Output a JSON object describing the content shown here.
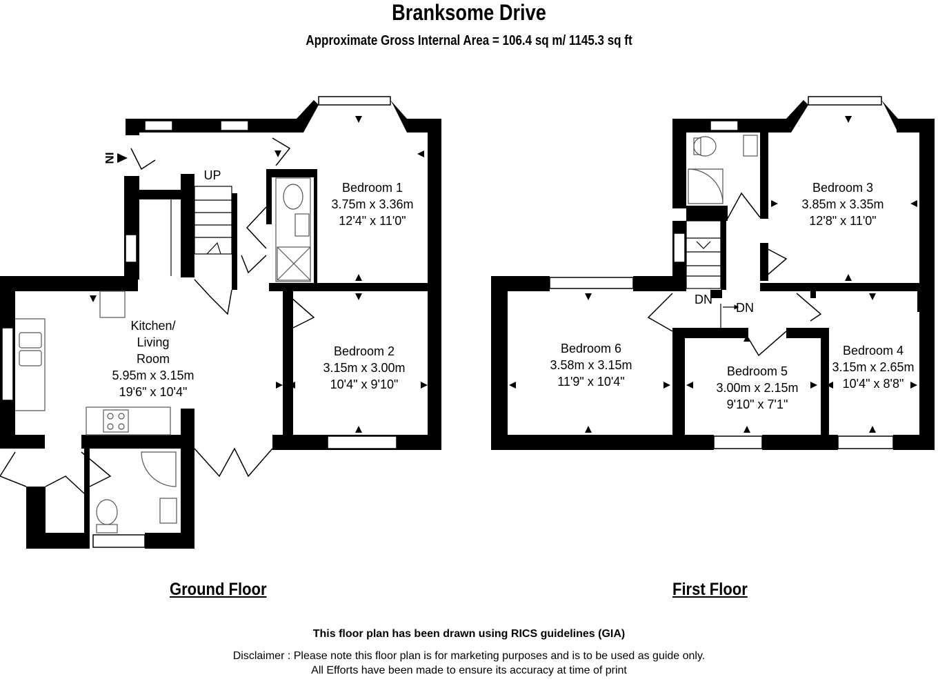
{
  "header": {
    "title": "Branksome Drive",
    "subtitle": "Approximate Gross Internal Area = 106.4 sq m/ 1145.3 sq ft"
  },
  "ground_floor": {
    "label": "Ground Floor",
    "up_label": "UP",
    "entrance_label": "IN",
    "rooms": [
      {
        "name": "Bedroom 1",
        "metric": "3.75m x 3.36m",
        "imperial": "12'4\" x 11'0\""
      },
      {
        "name": "Bedroom 2",
        "metric": "3.15m x 3.00m",
        "imperial": "10'4\" x 9'10\""
      },
      {
        "name_line1": "Kitchen/",
        "name_line2": "Living",
        "name_line3": "Room",
        "metric": "5.95m x 3.15m",
        "imperial": "19'6\" x 10'4\""
      }
    ]
  },
  "first_floor": {
    "label": "First Floor",
    "down_label_1": "DN",
    "down_label_2": "DN",
    "rooms": [
      {
        "name": "Bedroom 3",
        "metric": "3.85m x 3.35m",
        "imperial": "12'8\" x 11'0\""
      },
      {
        "name": "Bedroom 4",
        "metric": "3.15m x 2.65m",
        "imperial": "10'4\" x 8'8\""
      },
      {
        "name": "Bedroom 5",
        "metric": "3.00m x 2.15m",
        "imperial": "9'10\" x 7'1\""
      },
      {
        "name": "Bedroom 6",
        "metric": "3.58m x 3.15m",
        "imperial": "11'9\" x 10'4\""
      }
    ]
  },
  "footer": {
    "guidelines": "This floor plan has been drawn using RICS guidelines (GIA)",
    "disclaimer_line1": "Disclaimer : Please note this floor plan is for marketing purposes and is to be used as guide only.",
    "disclaimer_line2": "All Efforts have been made to ensure its accuracy at time of print"
  },
  "colors": {
    "wall": "#000000",
    "background": "#ffffff",
    "fixture": "#666666"
  }
}
